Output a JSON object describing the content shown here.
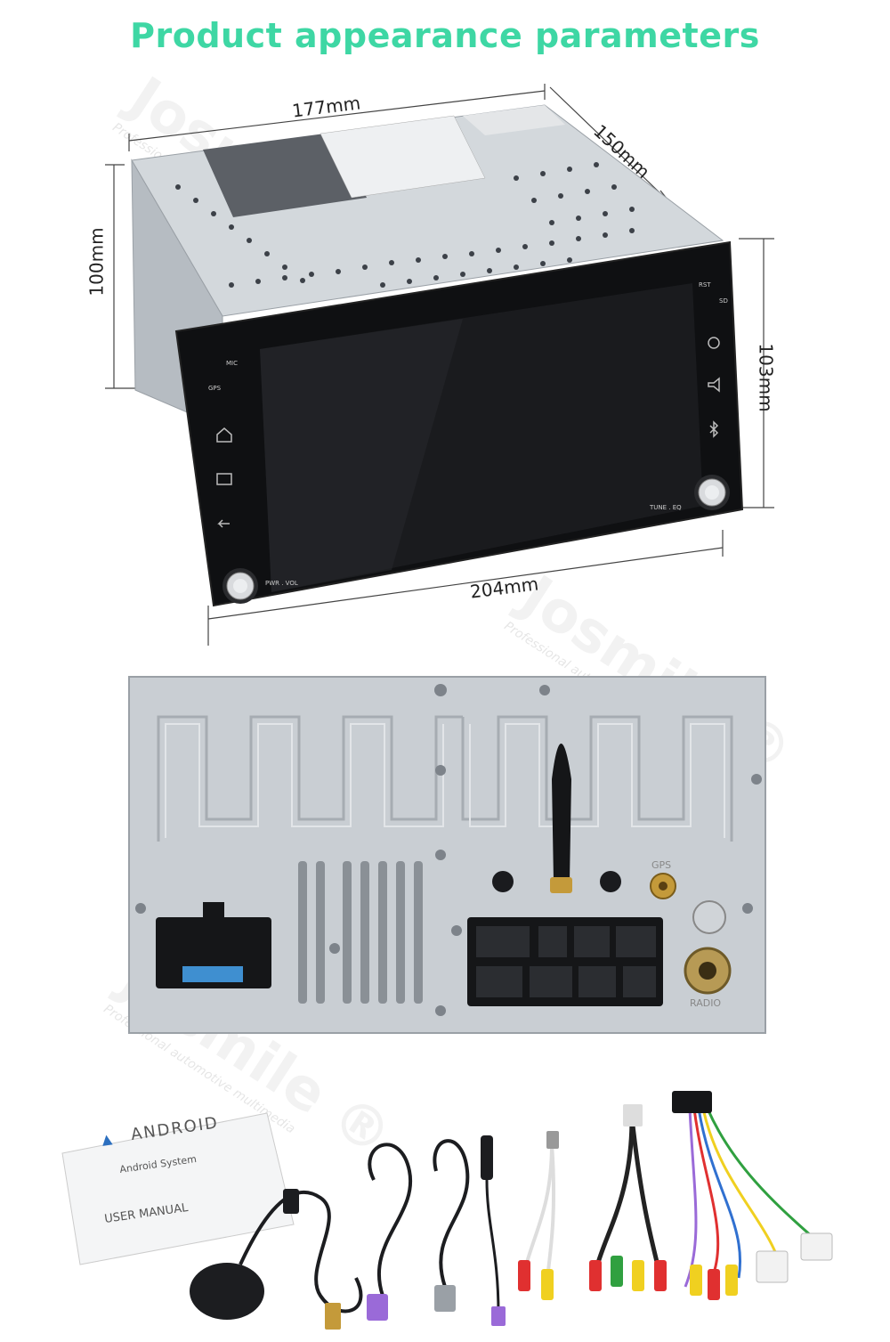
{
  "title": "Product appearance parameters",
  "dimensions": {
    "top_width": "177mm",
    "depth": "150mm",
    "chassis_height": "100mm",
    "panel_height": "103mm",
    "panel_width": "204mm"
  },
  "watermark": {
    "brand": "Josmile",
    "registered": "®",
    "tagline": "Professional automotive multimedia"
  },
  "front_panel": {
    "mic": "MIC",
    "gps": "GPS",
    "rst": "RST",
    "sd": "SD",
    "left_knob": "PWR . VOL",
    "right_knob": "TUNE . EQ"
  },
  "back_panel": {
    "gps_port": "GPS",
    "radio_port": "RADIO"
  },
  "accessories": {
    "manual_brand": "ANDROID",
    "manual_subtitle": "Android System",
    "manual_title": "USER MANUAL"
  },
  "colors": {
    "title": "#3ed7a4",
    "chassis": "#c9ced3",
    "screen": "#1a1b1e"
  }
}
